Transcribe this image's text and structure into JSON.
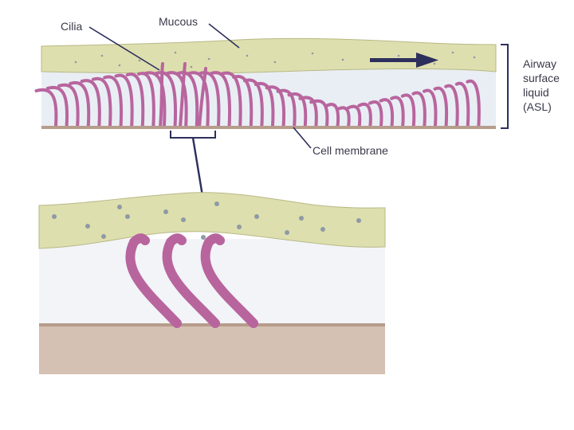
{
  "labels": {
    "cilia": "Cilia",
    "mucous": "Mucous",
    "cell_membrane": "Cell membrane",
    "asl_line1": "Airway",
    "asl_line2": "surface",
    "asl_line3": "liquid",
    "asl_line4": "(ASL)"
  },
  "colors": {
    "mucus": "#dedfae",
    "mucus_edge": "#b7b985",
    "mucus_dot": "#8e9aa4",
    "asl": "#e9eef4",
    "asl_zoom": "#f2f4f8",
    "cilia": "#b8659e",
    "membrane": "#b79c8c",
    "cell": "#d5c1b3",
    "arrow": "#2d2f5c",
    "line": "#2d2f5c"
  },
  "icons": {
    "flow_direction": "arrow-right-icon",
    "asl_bracket": "bracket-icon"
  }
}
